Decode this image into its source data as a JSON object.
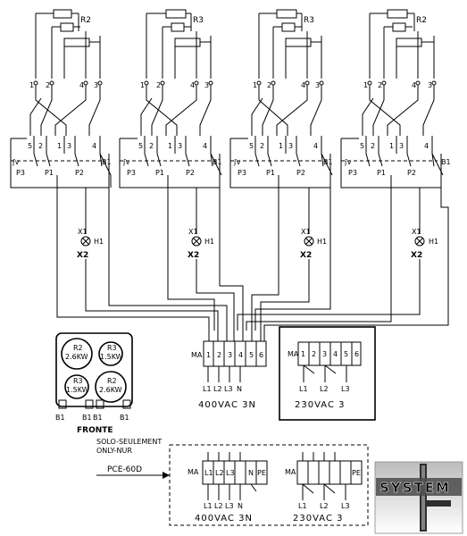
{
  "units": [
    {
      "resistor": "R2",
      "terminals": [
        "1",
        "2",
        "4",
        "3"
      ],
      "switch": [
        "5",
        "2",
        "1",
        "3",
        "4"
      ],
      "contacts": [
        "P3",
        "P1",
        "P2",
        "B1"
      ],
      "lamp": [
        "X1",
        "H1",
        "X2"
      ]
    },
    {
      "resistor": "R3",
      "terminals": [
        "1",
        "2",
        "4",
        "3"
      ],
      "switch": [
        "5",
        "2",
        "1",
        "3",
        "4"
      ],
      "contacts": [
        "P3",
        "P1",
        "P2",
        "B1"
      ],
      "lamp": [
        "X1",
        "H1",
        "X2"
      ]
    },
    {
      "resistor": "R3",
      "terminals": [
        "1",
        "2",
        "4",
        "3"
      ],
      "switch": [
        "5",
        "2",
        "1",
        "3",
        "4"
      ],
      "contacts": [
        "P3",
        "P1",
        "P2",
        "B1"
      ],
      "lamp": [
        "X1",
        "H1",
        "X2"
      ]
    },
    {
      "resistor": "R2",
      "terminals": [
        "1",
        "2",
        "4",
        "3"
      ],
      "switch": [
        "5",
        "2",
        "1",
        "3",
        "4"
      ],
      "contacts": [
        "P3",
        "P1",
        "P2",
        "B1"
      ],
      "lamp": [
        "X1",
        "H1",
        "X2"
      ]
    }
  ],
  "hob": {
    "label": "FRONTE",
    "zones": [
      {
        "name": "R2",
        "power": "2.6KW"
      },
      {
        "name": "R3",
        "power": "1.5KW"
      },
      {
        "name": "R3",
        "power": "1.5KW"
      },
      {
        "name": "R2",
        "power": "2.6KW"
      }
    ],
    "bottom_labels": [
      "B1",
      "B1",
      "B1",
      "B1"
    ]
  },
  "block_main": {
    "prefix": "MA",
    "cells": [
      "1",
      "2",
      "3",
      "4",
      "5",
      "6"
    ],
    "lines": [
      "L1",
      "L2",
      "L3",
      "N"
    ],
    "voltage": "400VAC 3N"
  },
  "block_alt": {
    "prefix": "MA",
    "cells": [
      "1",
      "2",
      "3",
      "4",
      "5",
      "6"
    ],
    "lines": [
      "L1",
      "L2",
      "L3"
    ],
    "voltage": "230VAC 3"
  },
  "options": {
    "note_line1": "SOLO-SEULEMENT",
    "note_line2": "ONLY-NUR",
    "model": "PCE-60D",
    "left": {
      "prefix": "MA",
      "cells": [
        "L1",
        "L2",
        "L3",
        "",
        "N",
        "PE"
      ],
      "lines": [
        "L1",
        "L2",
        "L3",
        "N"
      ],
      "voltage": "400VAC 3N"
    },
    "right": {
      "prefix": "MA",
      "cells": [
        "",
        "",
        "",
        "",
        "",
        "PE"
      ],
      "lines": [
        "L1",
        "L2",
        "L3"
      ],
      "voltage": "230VAC 3"
    }
  },
  "logo": {
    "text": "SYSTEM"
  },
  "colors": {
    "ink": "#000000",
    "logo_dark": "#2e2e2e",
    "logo_light": "#d8d8d8"
  }
}
